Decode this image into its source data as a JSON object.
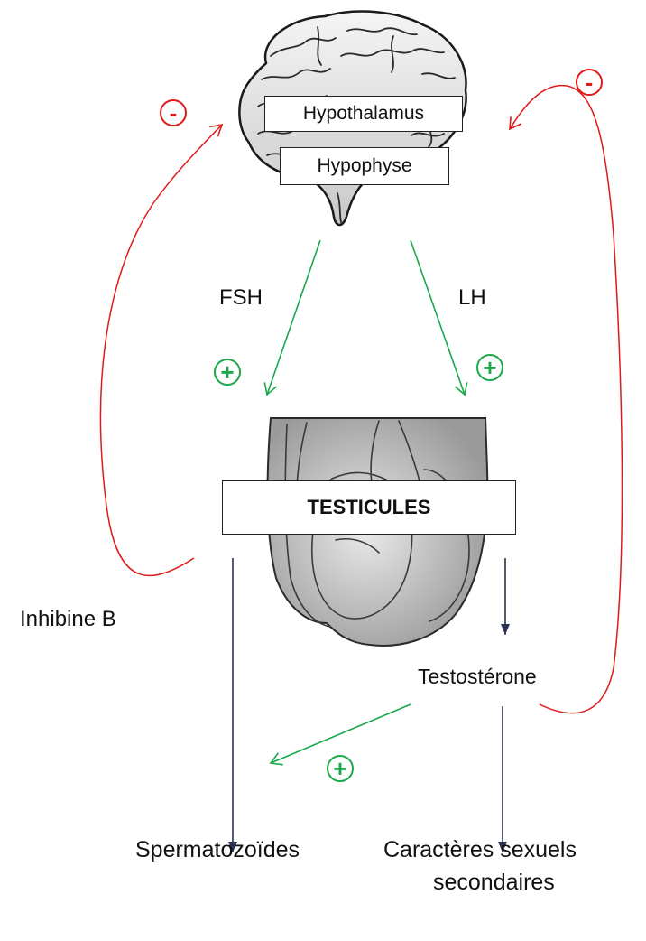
{
  "organs": {
    "hypothalamus": "Hypothalamus",
    "hypophyse": "Hypophyse",
    "testicules": "TESTICULES"
  },
  "hormones": {
    "fsh": "FSH",
    "lh": "LH",
    "inhibine": "Inhibine B",
    "testosterone": "Testostérone"
  },
  "products": {
    "spermatozoides": "Spermatozoïdes",
    "caracteres_line1": "Caractères sexuels",
    "caracteres_line2": "secondaires"
  },
  "signs": {
    "inhibition": "-",
    "stimulation": "+"
  },
  "colors": {
    "inhibition": "#e01a1a",
    "stimulation": "#1aa84a",
    "production": "#2b3354"
  }
}
